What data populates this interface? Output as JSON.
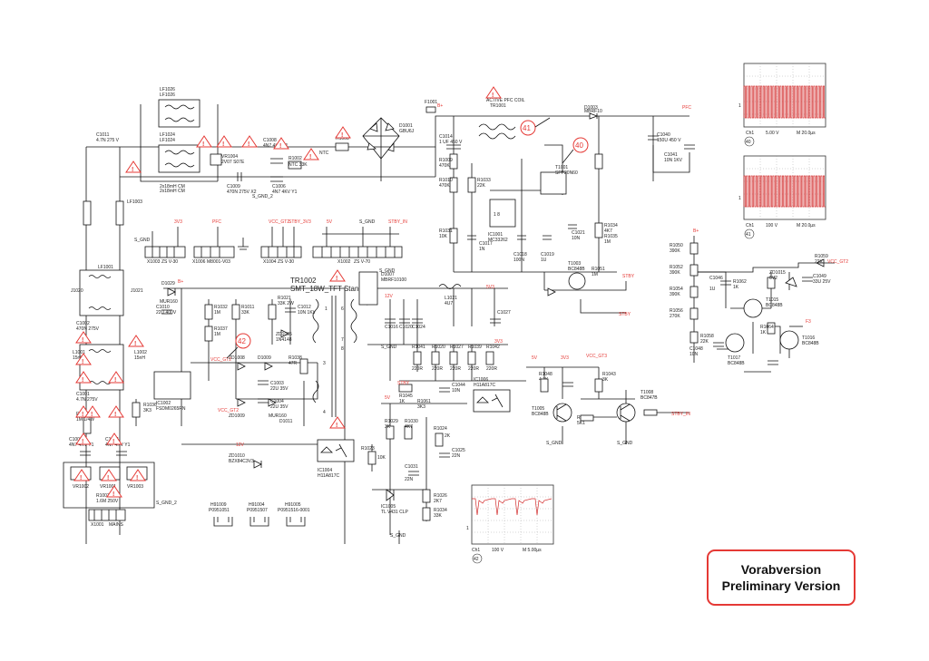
{
  "stamp": {
    "line1": "Vorabversion",
    "line2": "Preliminary Version"
  },
  "transformers": [
    {
      "ref": "TR1002",
      "note": "SMT_18W_TFT Standby"
    },
    {
      "ref": "ACTIVE PFC COIL",
      "note": "TR1001"
    }
  ],
  "ics": [
    {
      "ref": "IC1001",
      "part": "MC33262"
    },
    {
      "ref": "IC1002",
      "part": "FSDM0265RN"
    },
    {
      "ref": "IC1004",
      "part": "H11A817C"
    },
    {
      "ref": "IC1005",
      "part": "TL V431 CLP"
    },
    {
      "ref": "IC1006",
      "part": "H11A817C"
    }
  ],
  "net_labels": {
    "top_red": [
      "B+",
      "PFC",
      "3V3",
      "5V",
      "VCC_GT2",
      "VCC_GT3",
      "STBY_3V3",
      "STBY_IN",
      "STBY_IN",
      "B+",
      "12V",
      "5V3",
      "3V3",
      "5V",
      "STBY",
      "VCC_GT2"
    ],
    "ground": [
      "S_GND",
      "S_GND",
      "S_GND",
      "S_GND_2",
      "S_GND",
      "S_GND",
      "S_GND",
      "S_GND"
    ]
  },
  "connectors": [
    {
      "ref": "X1003",
      "part": "ZS V-30"
    },
    {
      "ref": "X1006",
      "part": "M8001-V03"
    },
    {
      "ref": "X1004",
      "part": "ZS V-30"
    },
    {
      "ref": "X1002",
      "part": "ZS V-70"
    },
    {
      "ref": "X1001",
      "part": "MAINS"
    }
  ],
  "heatsinks": [
    {
      "ref": "H91009",
      "part": "P0951051"
    },
    {
      "ref": "H91004",
      "part": "P0951507"
    },
    {
      "ref": "H91005",
      "part": "P0951516-0001"
    }
  ],
  "markers": [
    "40",
    "41",
    "42"
  ],
  "components_left": [
    "C1011",
    "4.7N 275 V",
    "LF1003",
    "LF1001",
    "C1002",
    "470N 275V",
    "C1001",
    "4.7N 275V",
    "R1001",
    "1M 1/4W",
    "C1003",
    "4N7 4KV Y1",
    "C1004",
    "4N7 4KV Y1",
    "VR1002",
    "VR1001",
    "VR1003",
    "R1003",
    "1.6M 250V",
    "J1020",
    "J1021",
    "L1001",
    "L1002",
    "15nH",
    "15nH"
  ],
  "components_mid": [
    "LF1026",
    "LF1024",
    "2x18mH CM",
    "VR1004",
    "2V07 S07E",
    "C1008",
    "4N7 4KV Y1",
    "C1009",
    "470N 275V X2",
    "C1006",
    "4N7 4KV Y1",
    "R1002",
    "NTC 33K",
    "D1001",
    "GBU6J",
    "R1008",
    "NTC",
    "F1001"
  ],
  "components_right": [
    "C1014",
    "1 UF 450 V",
    "R1009",
    "470K",
    "R1010",
    "470K",
    "R1033",
    "22K",
    "R1031",
    "10K",
    "C1017",
    "1N",
    "C1018",
    "100N",
    "C1019",
    "1U",
    "C1021",
    "10N",
    "T1001",
    "SPP20N60",
    "T1003",
    "BC848B",
    "D1003",
    "MBRF10",
    "R1034",
    "4K7",
    "R1035",
    "1M",
    "R1051",
    "1M",
    "C1040",
    "150U 450 V",
    "C1041",
    "10N 1KV"
  ],
  "components_ll": [
    "D1029",
    "MUR160",
    "C1010",
    "22U 400V",
    "R1032",
    "1M",
    "R1037",
    "1M",
    "R1036",
    "3K3",
    "R1011",
    "33K",
    "R1021",
    "33K 2W",
    "C1012",
    "10N 1KV",
    "ZD1005",
    "1N4148",
    "ZD1008",
    "D1009",
    "R1038",
    "47R",
    "C1003",
    "22U 35V",
    "C1004",
    "22U 35V",
    "ZD1009",
    "MUR160",
    "ZD1010",
    "BZX84C3V3",
    "D1011"
  ],
  "components_lr": [
    "D1007",
    "MBRF10100",
    "C1016",
    "C1020",
    "C1024",
    "C1027",
    "L1021",
    "4U7",
    "R1020",
    "220R",
    "R1027",
    "220R",
    "R1039",
    "220R",
    "R1041",
    "220R",
    "R1042",
    "220R",
    "R1045",
    "1K",
    "R1023",
    "10K",
    "R1024",
    "2K",
    "C1025",
    "22N",
    "R1026",
    "2K7",
    "R1029",
    "3K",
    "R1030",
    "4K7",
    "R1034",
    "33K",
    "C1031",
    "22N",
    "R1061",
    "3K3",
    "C1044",
    "10N",
    "T1005",
    "BC848B",
    "T1008",
    "BC847B",
    "R1043",
    "3K",
    "R1047",
    "5K1",
    "R1048",
    "4.7K"
  ],
  "components_far_right": [
    "R1050",
    "390K",
    "R1052",
    "390K",
    "R1054",
    "390K",
    "R1056",
    "270K",
    "R1058",
    "22K",
    "R1062",
    "1K",
    "R1064",
    "1K",
    "C1046",
    "1U",
    "C1048",
    "10N",
    "ZD1015",
    "6V2",
    "T1015",
    "BC848B",
    "T1016",
    "BC848B",
    "T1017",
    "BC848B",
    "C1049",
    "33U 25V",
    "R1059",
    "22K"
  ],
  "scopes": [
    {
      "id": "40",
      "ch": "Ch1",
      "volt": "5.00 V",
      "time": "M 20.0µs",
      "marker": "1"
    },
    {
      "id": "41",
      "ch": "Ch1",
      "volt": "100 V",
      "time": "M 20.0µs",
      "marker": "1"
    },
    {
      "id": "42",
      "ch": "Ch1",
      "volt": "100 V",
      "time": "M 5.00µs",
      "marker": "1"
    }
  ]
}
